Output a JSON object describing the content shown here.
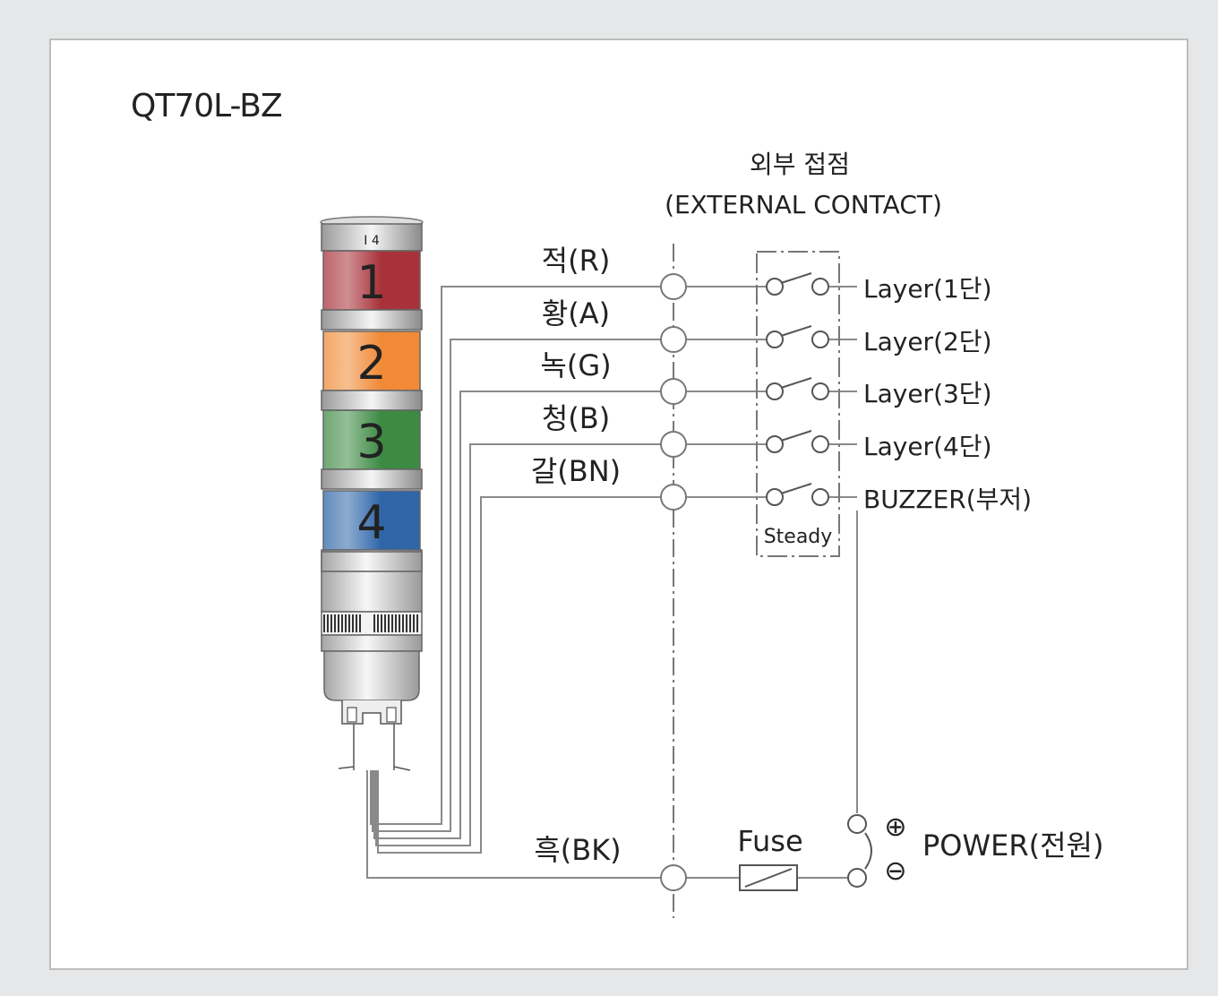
{
  "model": "QT70L-BZ",
  "external_contact": {
    "korean": "외부 접점",
    "english": "(EXTERNAL CONTACT)"
  },
  "tower": {
    "tiers": [
      {
        "number": "1",
        "color": "#a8323a"
      },
      {
        "number": "2",
        "color": "#f08a36"
      },
      {
        "number": "3",
        "color": "#3d8a43"
      },
      {
        "number": "4",
        "color": "#2f66a8"
      }
    ]
  },
  "wires": [
    {
      "label": "적(R)",
      "output": "Layer(1단)"
    },
    {
      "label": "황(A)",
      "output": "Layer(2단)"
    },
    {
      "label": "녹(G)",
      "output": "Layer(3단)"
    },
    {
      "label": "청(B)",
      "output": "Layer(4단)"
    },
    {
      "label": "갈(BN)",
      "output": "BUZZER(부저)"
    }
  ],
  "common_wire": "흑(BK)",
  "steady_label": "Steady",
  "fuse_label": "Fuse",
  "power_label": "POWER(전원)",
  "plus_symbol": "⊕",
  "minus_symbol": "⊖"
}
